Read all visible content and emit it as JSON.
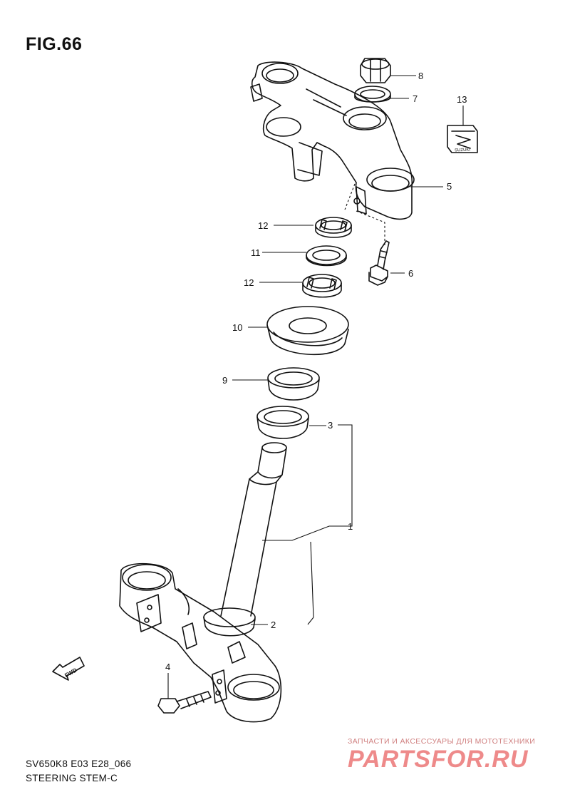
{
  "figure": {
    "title": "FIG.66",
    "model_code": "SV650K8 E03 E28_066",
    "section_name": "STEERING STEM-C"
  },
  "callouts": [
    {
      "num": "1",
      "part": "steering-stem-lower-bracket"
    },
    {
      "num": "2",
      "part": "dust-seal"
    },
    {
      "num": "3",
      "part": "lower-bearing"
    },
    {
      "num": "4",
      "part": "clamp-bolt-lower"
    },
    {
      "num": "5",
      "part": "upper-bracket"
    },
    {
      "num": "6",
      "part": "clamp-bolt-upper"
    },
    {
      "num": "7",
      "part": "washer"
    },
    {
      "num": "8",
      "part": "stem-head-nut"
    },
    {
      "num": "9",
      "part": "upper-bearing"
    },
    {
      "num": "10",
      "part": "bearing-cover"
    },
    {
      "num": "11",
      "part": "lock-washer"
    },
    {
      "num": "12",
      "part": "stem-lock-nut"
    },
    {
      "num": "12",
      "part": "stem-lock-nut"
    },
    {
      "num": "13",
      "part": "emblem"
    }
  ],
  "fwd_label": "FWD",
  "emblem_text": "SUZUKI",
  "watermark": {
    "tagline": "ЗАПЧАСТИ И АКСЕССУАРЫ ДЛЯ МОТОТЕХНИКИ",
    "logo": "PARTSFOR.RU"
  }
}
